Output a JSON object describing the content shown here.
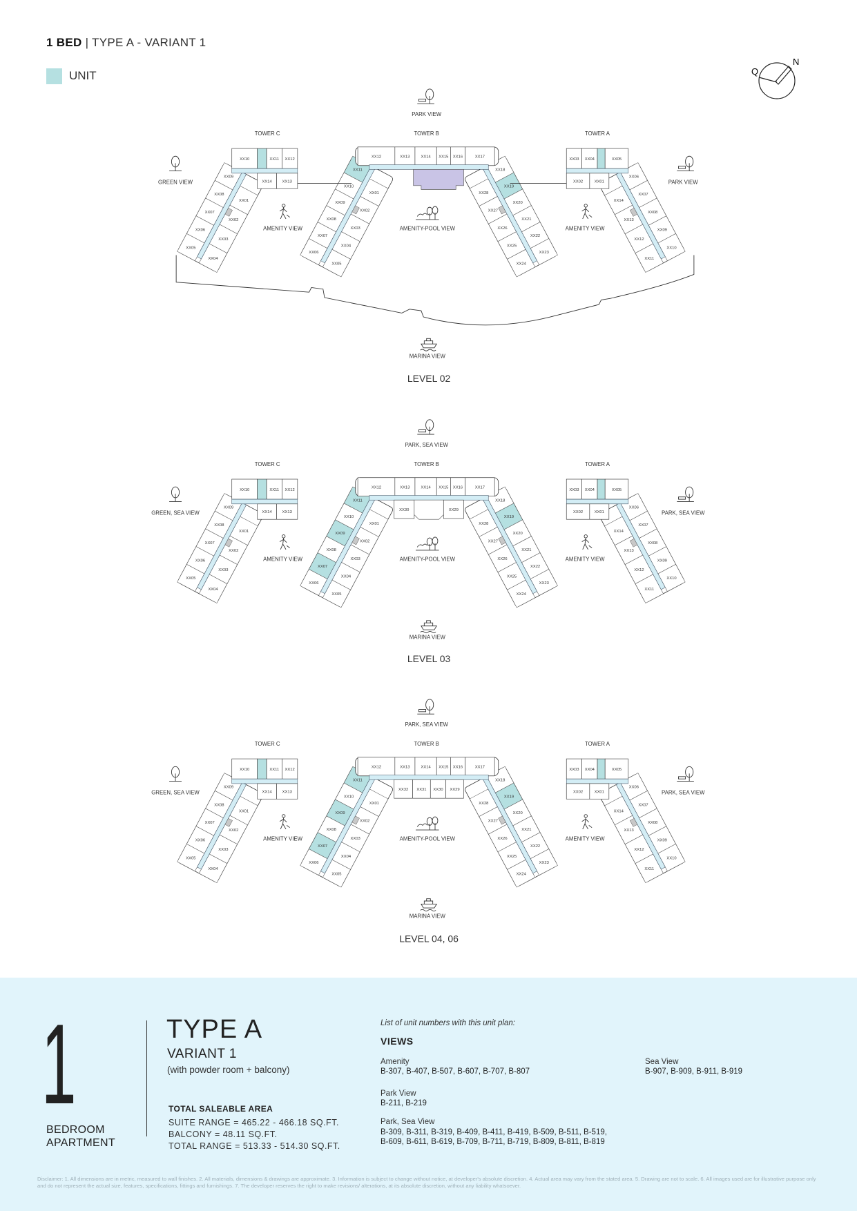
{
  "header": {
    "bed": "1 BED",
    "separator": "|",
    "type": "TYPE A - VARIANT 1"
  },
  "legend": {
    "label": "UNIT",
    "color": "#b5e0e1"
  },
  "compass": {
    "left_letter": "Q",
    "north_letter": "N"
  },
  "colors": {
    "unit_highlight": "#b5e0e1",
    "corridor": "#d3edf5",
    "core": "#c9c4e6",
    "service": "#c8c8c8",
    "panel": "#e1f4fb"
  },
  "levels": [
    {
      "label": "LEVEL 02",
      "views": {
        "top": "PARK VIEW",
        "left": "GREEN VIEW",
        "right": "PARK VIEW",
        "bottom": "MARINA VIEW",
        "amenity_left": "AMENITY VIEW",
        "amenity_center": "AMENITY-POOL VIEW",
        "amenity_right": "AMENITY VIEW"
      },
      "towers": {
        "C": {
          "label": "TOWER C",
          "top_row": [
            "XX10",
            "XX11",
            "XX12"
          ],
          "lower_row": [
            "XX14",
            "XX13"
          ],
          "wing_outer": [
            "XX09",
            "XX08",
            "XX07",
            "XX06",
            "XX05"
          ],
          "wing_inner": [
            "XX01",
            "XX02",
            "XX03",
            "XX04"
          ]
        },
        "B": {
          "label": "TOWER B",
          "top_row": [
            "XX12",
            "XX13",
            "XX14",
            "XX15",
            "XX16",
            "XX17"
          ],
          "lower_row": [],
          "left_outer": [
            "XX11",
            "XX10",
            "XX09",
            "XX08",
            "XX07",
            "XX06"
          ],
          "left_inner": [
            "XX01",
            "XX02",
            "XX03",
            "XX04",
            "XX05"
          ],
          "right_outer": [
            "XX18",
            "XX19",
            "XX20",
            "XX21",
            "XX22",
            "XX23"
          ],
          "right_inner": [
            "XX28",
            "XX27",
            "XX26",
            "XX25",
            "XX24"
          ]
        },
        "A": {
          "label": "TOWER A",
          "top_row": [
            "XX03",
            "XX04",
            "XX05"
          ],
          "lower_row": [
            "XX02",
            "XX01"
          ],
          "wing_outer": [
            "XX06",
            "XX07",
            "XX08",
            "XX09",
            "XX10"
          ],
          "wing_inner": [
            "XX14",
            "XX13",
            "XX12",
            "XX11"
          ]
        }
      },
      "highlighted_B": [
        "XX11",
        "XX19"
      ]
    },
    {
      "label": "LEVEL 03",
      "views": {
        "top": "PARK, SEA VIEW",
        "left": "GREEN, SEA VIEW",
        "right": "PARK, SEA VIEW",
        "bottom": "MARINA VIEW",
        "amenity_left": "AMENITY VIEW",
        "amenity_center": "AMENITY-POOL VIEW",
        "amenity_right": "AMENITY VIEW"
      },
      "towers": {
        "C": {
          "label": "TOWER C",
          "top_row": [
            "XX10",
            "XX11",
            "XX12"
          ],
          "lower_row": [
            "XX14",
            "XX13"
          ],
          "wing_outer": [
            "XX09",
            "XX08",
            "XX07",
            "XX06",
            "XX05"
          ],
          "wing_inner": [
            "XX01",
            "XX02",
            "XX03",
            "XX04"
          ]
        },
        "B": {
          "label": "TOWER B",
          "top_row": [
            "XX12",
            "XX13",
            "XX14",
            "XX15",
            "XX16",
            "XX17"
          ],
          "lower_row": [
            "XX30",
            "XX29"
          ],
          "left_outer": [
            "XX11",
            "XX10",
            "XX09",
            "XX08",
            "XX07",
            "XX06"
          ],
          "left_inner": [
            "XX01",
            "XX02",
            "XX03",
            "XX04",
            "XX05"
          ],
          "right_outer": [
            "XX18",
            "XX19",
            "XX20",
            "XX21",
            "XX22",
            "XX23"
          ],
          "right_inner": [
            "XX28",
            "XX27",
            "XX26",
            "XX25",
            "XX24"
          ]
        },
        "A": {
          "label": "TOWER A",
          "top_row": [
            "XX03",
            "XX04",
            "XX05"
          ],
          "lower_row": [
            "XX02",
            "XX01"
          ],
          "wing_outer": [
            "XX06",
            "XX07",
            "XX08",
            "XX09",
            "XX10"
          ],
          "wing_inner": [
            "XX14",
            "XX13",
            "XX12",
            "XX11"
          ]
        }
      },
      "highlighted_B": [
        "XX11",
        "XX09",
        "XX07",
        "XX19"
      ]
    },
    {
      "label": "LEVEL 04, 06",
      "views": {
        "top": "PARK, SEA VIEW",
        "left": "GREEN, SEA VIEW",
        "right": "PARK, SEA VIEW",
        "bottom": "MARINA VIEW",
        "amenity_left": "AMENITY VIEW",
        "amenity_center": "AMENITY-POOL VIEW",
        "amenity_right": "AMENITY VIEW"
      },
      "towers": {
        "C": {
          "label": "TOWER C",
          "top_row": [
            "XX10",
            "XX11",
            "XX12"
          ],
          "lower_row": [
            "XX14",
            "XX13"
          ],
          "wing_outer": [
            "XX09",
            "XX08",
            "XX07",
            "XX06",
            "XX05"
          ],
          "wing_inner": [
            "XX01",
            "XX02",
            "XX03",
            "XX04"
          ]
        },
        "B": {
          "label": "TOWER B",
          "top_row": [
            "XX12",
            "XX13",
            "XX14",
            "XX15",
            "XX16",
            "XX17"
          ],
          "lower_row": [
            "XX32",
            "XX31",
            "XX30",
            "XX29"
          ],
          "left_outer": [
            "XX11",
            "XX10",
            "XX09",
            "XX08",
            "XX07",
            "XX06"
          ],
          "left_inner": [
            "XX01",
            "XX02",
            "XX03",
            "XX04",
            "XX05"
          ],
          "right_outer": [
            "XX18",
            "XX19",
            "XX20",
            "XX21",
            "XX22",
            "XX23"
          ],
          "right_inner": [
            "XX28",
            "XX27",
            "XX26",
            "XX25",
            "XX24"
          ]
        },
        "A": {
          "label": "TOWER A",
          "top_row": [
            "XX03",
            "XX04",
            "XX05"
          ],
          "lower_row": [
            "XX02",
            "XX01"
          ],
          "wing_outer": [
            "XX06",
            "XX07",
            "XX08",
            "XX09",
            "XX10"
          ],
          "wing_inner": [
            "XX14",
            "XX13",
            "XX12",
            "XX11"
          ]
        }
      },
      "highlighted_B": [
        "XX11",
        "XX09",
        "XX07",
        "XX19"
      ]
    }
  ],
  "summary": {
    "big_number": "1",
    "bedroom": "BEDROOM",
    "apartment": "APARTMENT",
    "type": "TYPE A",
    "variant": "VARIANT 1",
    "subtitle": "(with powder room + balcony)",
    "area_title": "TOTAL SALEABLE AREA",
    "suite_range": "SUITE RANGE = 465.22 - 466.18 SQ.FT.",
    "balcony": "BALCONY = 48.11 SQ.FT.",
    "total_range": "TOTAL RANGE = 513.33 - 514.30 SQ.FT."
  },
  "unit_list": {
    "intro": "List of unit numbers with this unit plan:",
    "heading": "VIEWS",
    "groups": [
      {
        "name": "Amenity",
        "units": "B-307, B-407, B-507, B-607, B-707, B-807"
      },
      {
        "name": "Park View",
        "units": "B-211, B-219"
      },
      {
        "name": "Park, Sea View",
        "units": "B-309, B-311, B-319, B-409, B-411, B-419, B-509, B-511, B-519, B-609, B-611, B-619, B-709, B-711, B-719, B-809, B-811, B-819"
      },
      {
        "name": "Sea View",
        "units": "B-907, B-909, B-911, B-919"
      }
    ]
  },
  "disclaimer": "Disclaimer: 1. All dimensions are in metric, measured to wall finishes. 2. All materials, dimensions & drawings are approximate. 3. Information is subject to change without notice, at developer's absolute discretion. 4. Actual area may vary from the stated area. 5. Drawing are not to scale. 6. All images used are for illustrative purpose only and do not represent the actual size, features, specifications, fittings and furnishings. 7. The developer reserves the right to make revisions/ alterations, at its absolute discretion, without any liability whatsoever."
}
